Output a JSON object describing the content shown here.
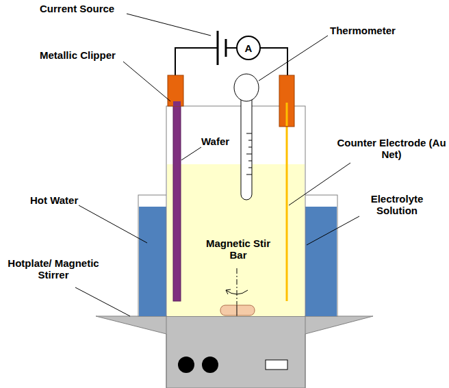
{
  "diagram": {
    "labels": [
      "Current Source",
      "Thermometer",
      "Metallic Clipper",
      "Wafer",
      "Counter Electrode (Au Net)",
      "Hot Water",
      "Electrolyte Solution",
      "Magnetic Stir Bar",
      "Hotplate/ Magnetic Stirrer",
      "A"
    ]
  }
}
